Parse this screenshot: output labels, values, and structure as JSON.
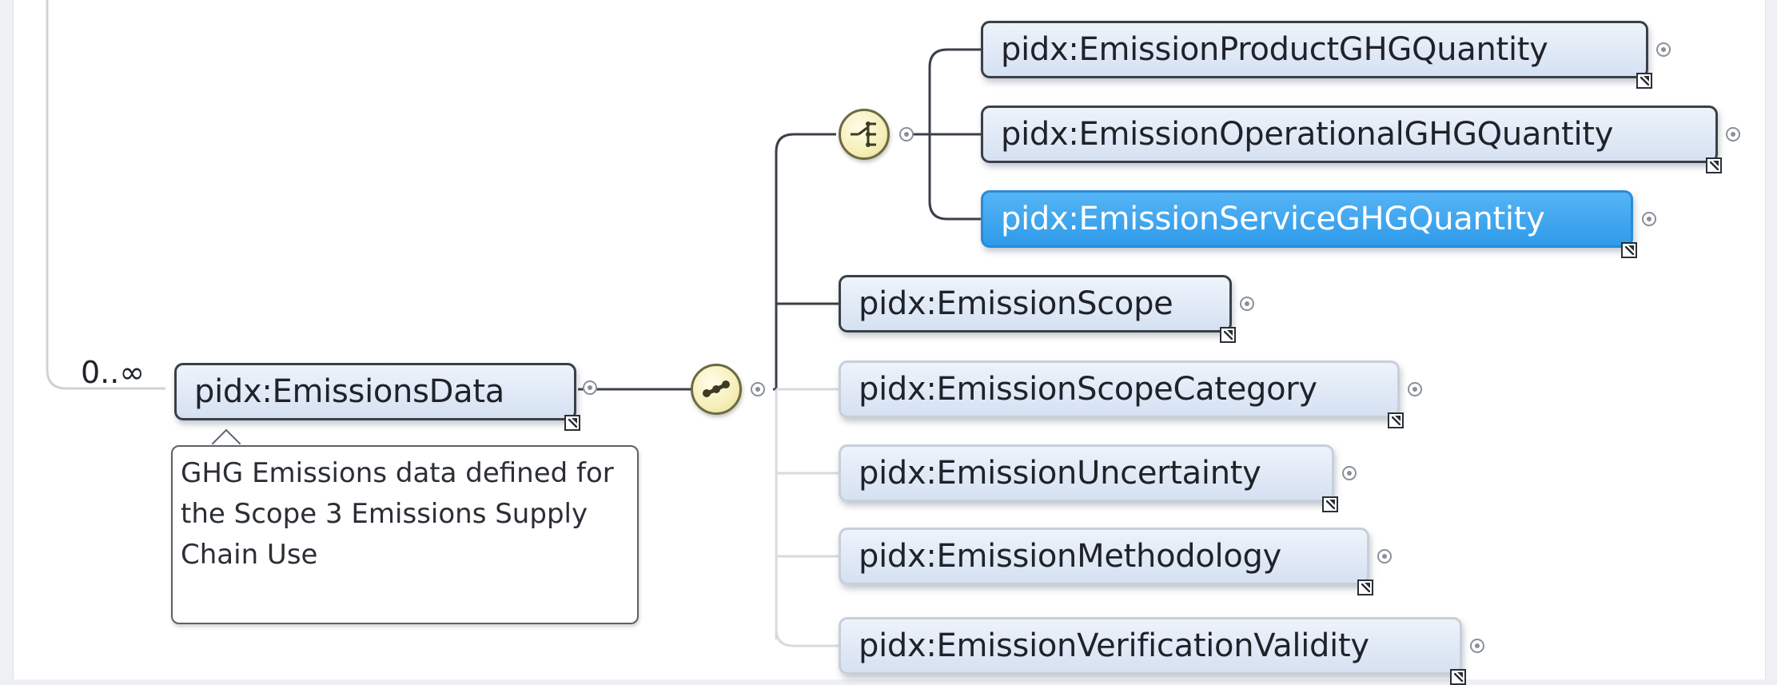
{
  "root": {
    "cardinality": "0..∞",
    "label": "pidx:EmissionsData",
    "annotation": "GHG Emissions data defined for the Scope 3 Emissions Supply Chain Use"
  },
  "choice_group": {
    "children": [
      "pidx:EmissionProductGHGQuantity",
      "pidx:EmissionOperationalGHGQuantity",
      "pidx:EmissionServiceGHGQuantity"
    ],
    "selected": "pidx:EmissionServiceGHGQuantity"
  },
  "sequence_children": {
    "required": [
      "pidx:EmissionScope"
    ],
    "optional": [
      "pidx:EmissionScopeCategory",
      "pidx:EmissionUncertainty",
      "pidx:EmissionMethodology",
      "pidx:EmissionVerificationValidity"
    ]
  },
  "colors": {
    "selected_fill": "#2f9bea",
    "node_fill": "#d5e1f2",
    "compositor_fill": "#f5efb8"
  }
}
